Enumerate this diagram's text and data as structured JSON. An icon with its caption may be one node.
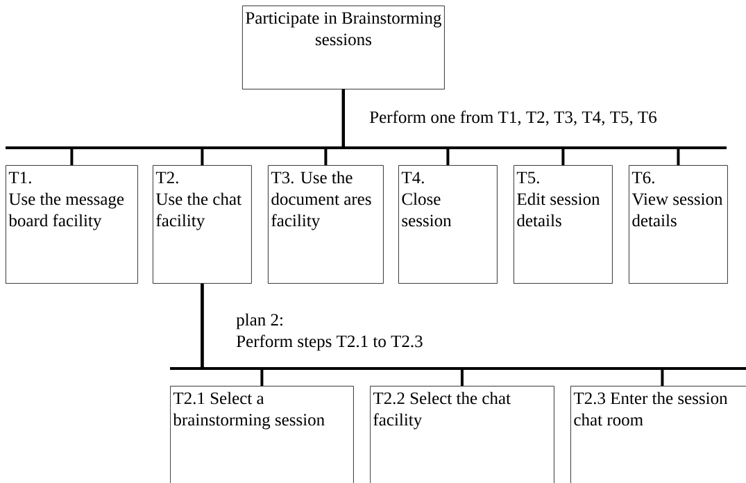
{
  "diagram": {
    "nodes": [
      {
        "text": [
          "Participate in Brainstorming sessions"
        ]
      },
      {
        "text": [
          "T1.",
          "Use the message board facility"
        ]
      },
      {
        "text": [
          "T2.",
          "Use the chat facility"
        ]
      },
      {
        "text": [
          "T3. Use the document ares facility"
        ]
      },
      {
        "text": [
          "T4.",
          "Close session"
        ]
      },
      {
        "text": [
          "T5.",
          "Edit session details"
        ]
      },
      {
        "text": [
          "T6.",
          "View session details"
        ]
      },
      {
        "text": [
          "T2.1 Select a brainstorming session"
        ]
      },
      {
        "text": [
          "T2.2 Select the chat facility"
        ]
      },
      {
        "text": [
          "T2.3 Enter the session chat room"
        ]
      }
    ],
    "edges": [
      {
        "from": 0,
        "to": 1,
        "arrow": "none"
      },
      {
        "from": 0,
        "to": 2,
        "arrow": "none"
      },
      {
        "from": 0,
        "to": 3,
        "arrow": "none"
      },
      {
        "from": 0,
        "to": 4,
        "arrow": "none"
      },
      {
        "from": 0,
        "to": 5,
        "arrow": "none"
      },
      {
        "from": 0,
        "to": 6,
        "arrow": "none"
      },
      {
        "from": 2,
        "to": 7,
        "arrow": "none"
      },
      {
        "from": 2,
        "to": 8,
        "arrow": "none"
      },
      {
        "from": 2,
        "to": 9,
        "arrow": "none"
      }
    ],
    "labels": [
      "Perform one from T1, T2, T3, T4, T5, T6",
      "plan 2:",
      "Perform steps T2.1 to T2.3"
    ]
  }
}
